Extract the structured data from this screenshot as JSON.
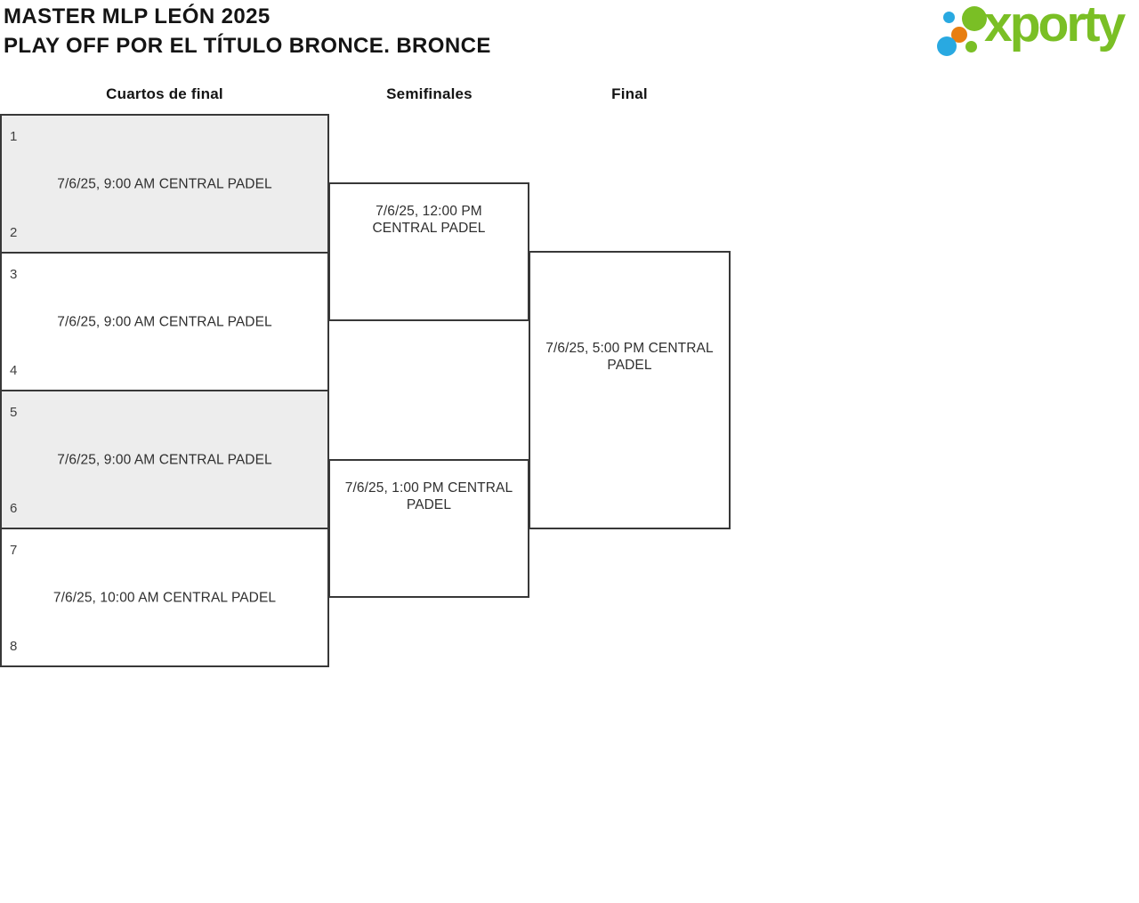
{
  "title": {
    "line1": "MASTER MLP LEÓN 2025",
    "line2": "PLAY OFF POR EL TÍTULO BRONCE. BRONCE"
  },
  "logo": {
    "wordmark": "xporty",
    "colors": {
      "green": "#7abf25",
      "blue": "#29a9e1",
      "orange": "#e87e10"
    }
  },
  "colors": {
    "shaded_match_bg": "#ededed",
    "border": "#383838",
    "text": "#2f2f2f"
  },
  "rounds": [
    {
      "label": "Cuartos de final",
      "matches": [
        {
          "seed_top": "1",
          "seed_bottom": "2",
          "schedule": "7/6/25, 9:00 AM CENTRAL PADEL"
        },
        {
          "seed_top": "3",
          "seed_bottom": "4",
          "schedule": "7/6/25, 9:00 AM CENTRAL PADEL"
        },
        {
          "seed_top": "5",
          "seed_bottom": "6",
          "schedule": "7/6/25, 9:00 AM CENTRAL PADEL"
        },
        {
          "seed_top": "7",
          "seed_bottom": "8",
          "schedule": "7/6/25, 10:00 AM CENTRAL PADEL"
        }
      ]
    },
    {
      "label": "Semifinales",
      "matches": [
        {
          "schedule": "7/6/25, 12:00 PM CENTRAL PADEL"
        },
        {
          "schedule": "7/6/25, 1:00 PM CENTRAL PADEL"
        }
      ]
    },
    {
      "label": "Final",
      "matches": [
        {
          "schedule": "7/6/25, 5:00 PM CENTRAL PADEL"
        }
      ]
    }
  ]
}
